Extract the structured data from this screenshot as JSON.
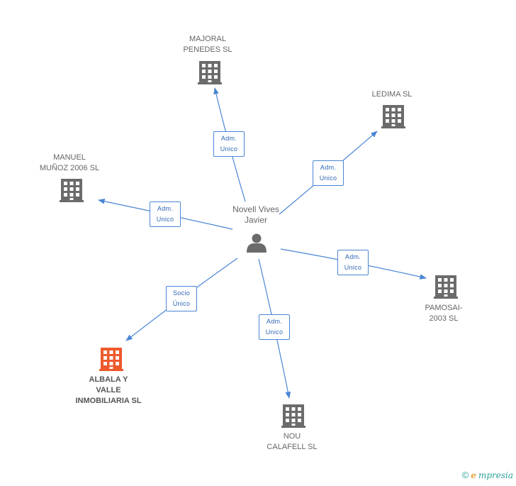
{
  "center": {
    "name": "Novell Vives\nJavier"
  },
  "companies": [
    {
      "key": "majoral",
      "name": "MAJORAL\nPENEDES SL",
      "relation": "Adm.\nUnico",
      "highlight": false
    },
    {
      "key": "ledima",
      "name": "LEDIMA SL",
      "relation": "Adm.\nUnico",
      "highlight": false
    },
    {
      "key": "manuel",
      "name": "MANUEL\nMUÑOZ 2006 SL",
      "relation": "Adm.\nUnico",
      "highlight": false
    },
    {
      "key": "pamosai",
      "name": "PAMOSAI-\n2003 SL",
      "relation": "Adm.\nUnico",
      "highlight": false
    },
    {
      "key": "albala",
      "name": "ALBALA Y\nVALLE\nINMOBILIARIA SL",
      "relation": "Socio\nÚnico",
      "highlight": true
    },
    {
      "key": "nou",
      "name": "NOU\nCALAFELL SL",
      "relation": "Adm.\nUnico",
      "highlight": false
    }
  ],
  "colors": {
    "edge": "#4a86d4",
    "building": "#6b6b6b",
    "building_highlight": "#ee5a2c",
    "person": "#6b6b6b"
  },
  "footer": {
    "copyright": "©",
    "brand_initial": "e",
    "brand_rest": "mpresia"
  }
}
